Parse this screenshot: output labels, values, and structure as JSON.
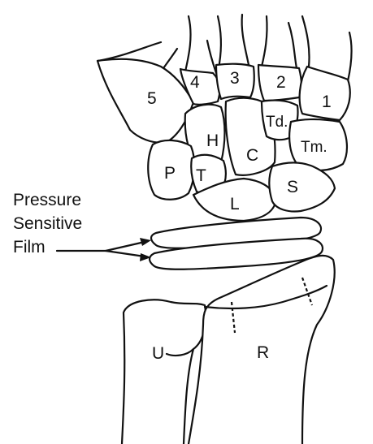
{
  "metacarpals": {
    "m1": "1",
    "m2": "2",
    "m3": "3",
    "m4": "4",
    "m5": "5"
  },
  "carpals": {
    "hamate": "H",
    "capitate": "C",
    "trapezoid": "Td.",
    "trapezium": "Tm.",
    "pisiform": "P",
    "triquetrum": "T",
    "lunate": "L",
    "scaphoid": "S"
  },
  "forearm": {
    "ulna": "U",
    "radius": "R"
  },
  "film_caption": {
    "line1": "Pressure",
    "line2": "Sensitive",
    "line3": "Film"
  }
}
